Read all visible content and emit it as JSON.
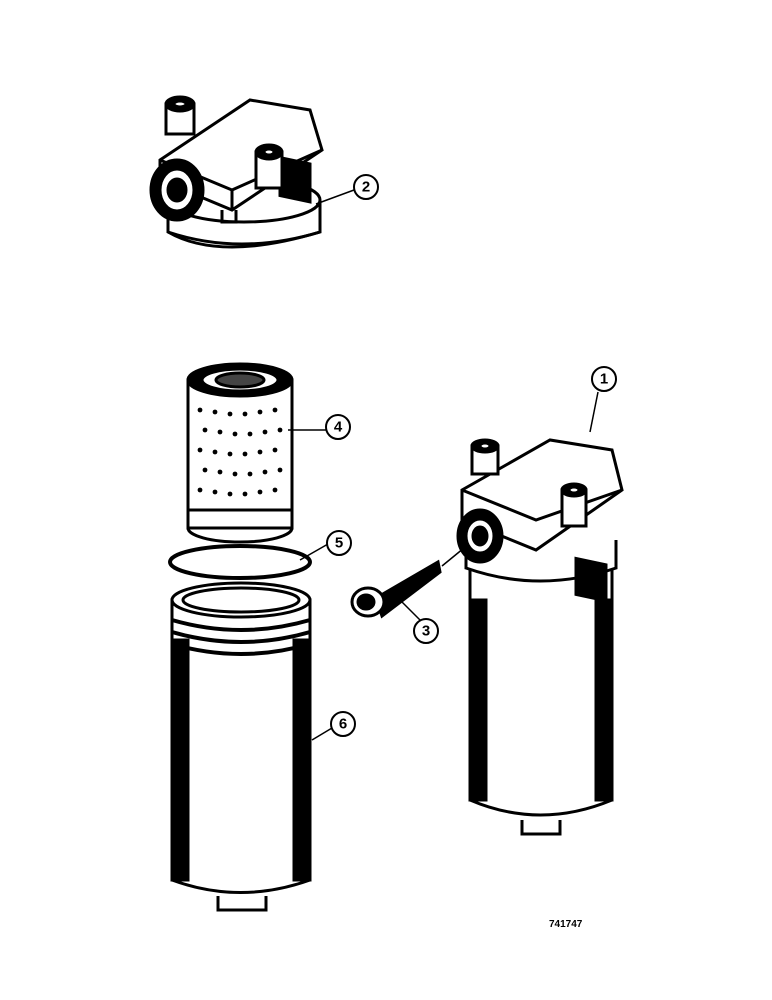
{
  "diagram": {
    "callouts": [
      {
        "id": "1",
        "label": "1"
      },
      {
        "id": "2",
        "label": "2"
      },
      {
        "id": "3",
        "label": "3"
      },
      {
        "id": "4",
        "label": "4"
      },
      {
        "id": "5",
        "label": "5"
      },
      {
        "id": "6",
        "label": "6"
      }
    ],
    "reference_number": "741747"
  }
}
